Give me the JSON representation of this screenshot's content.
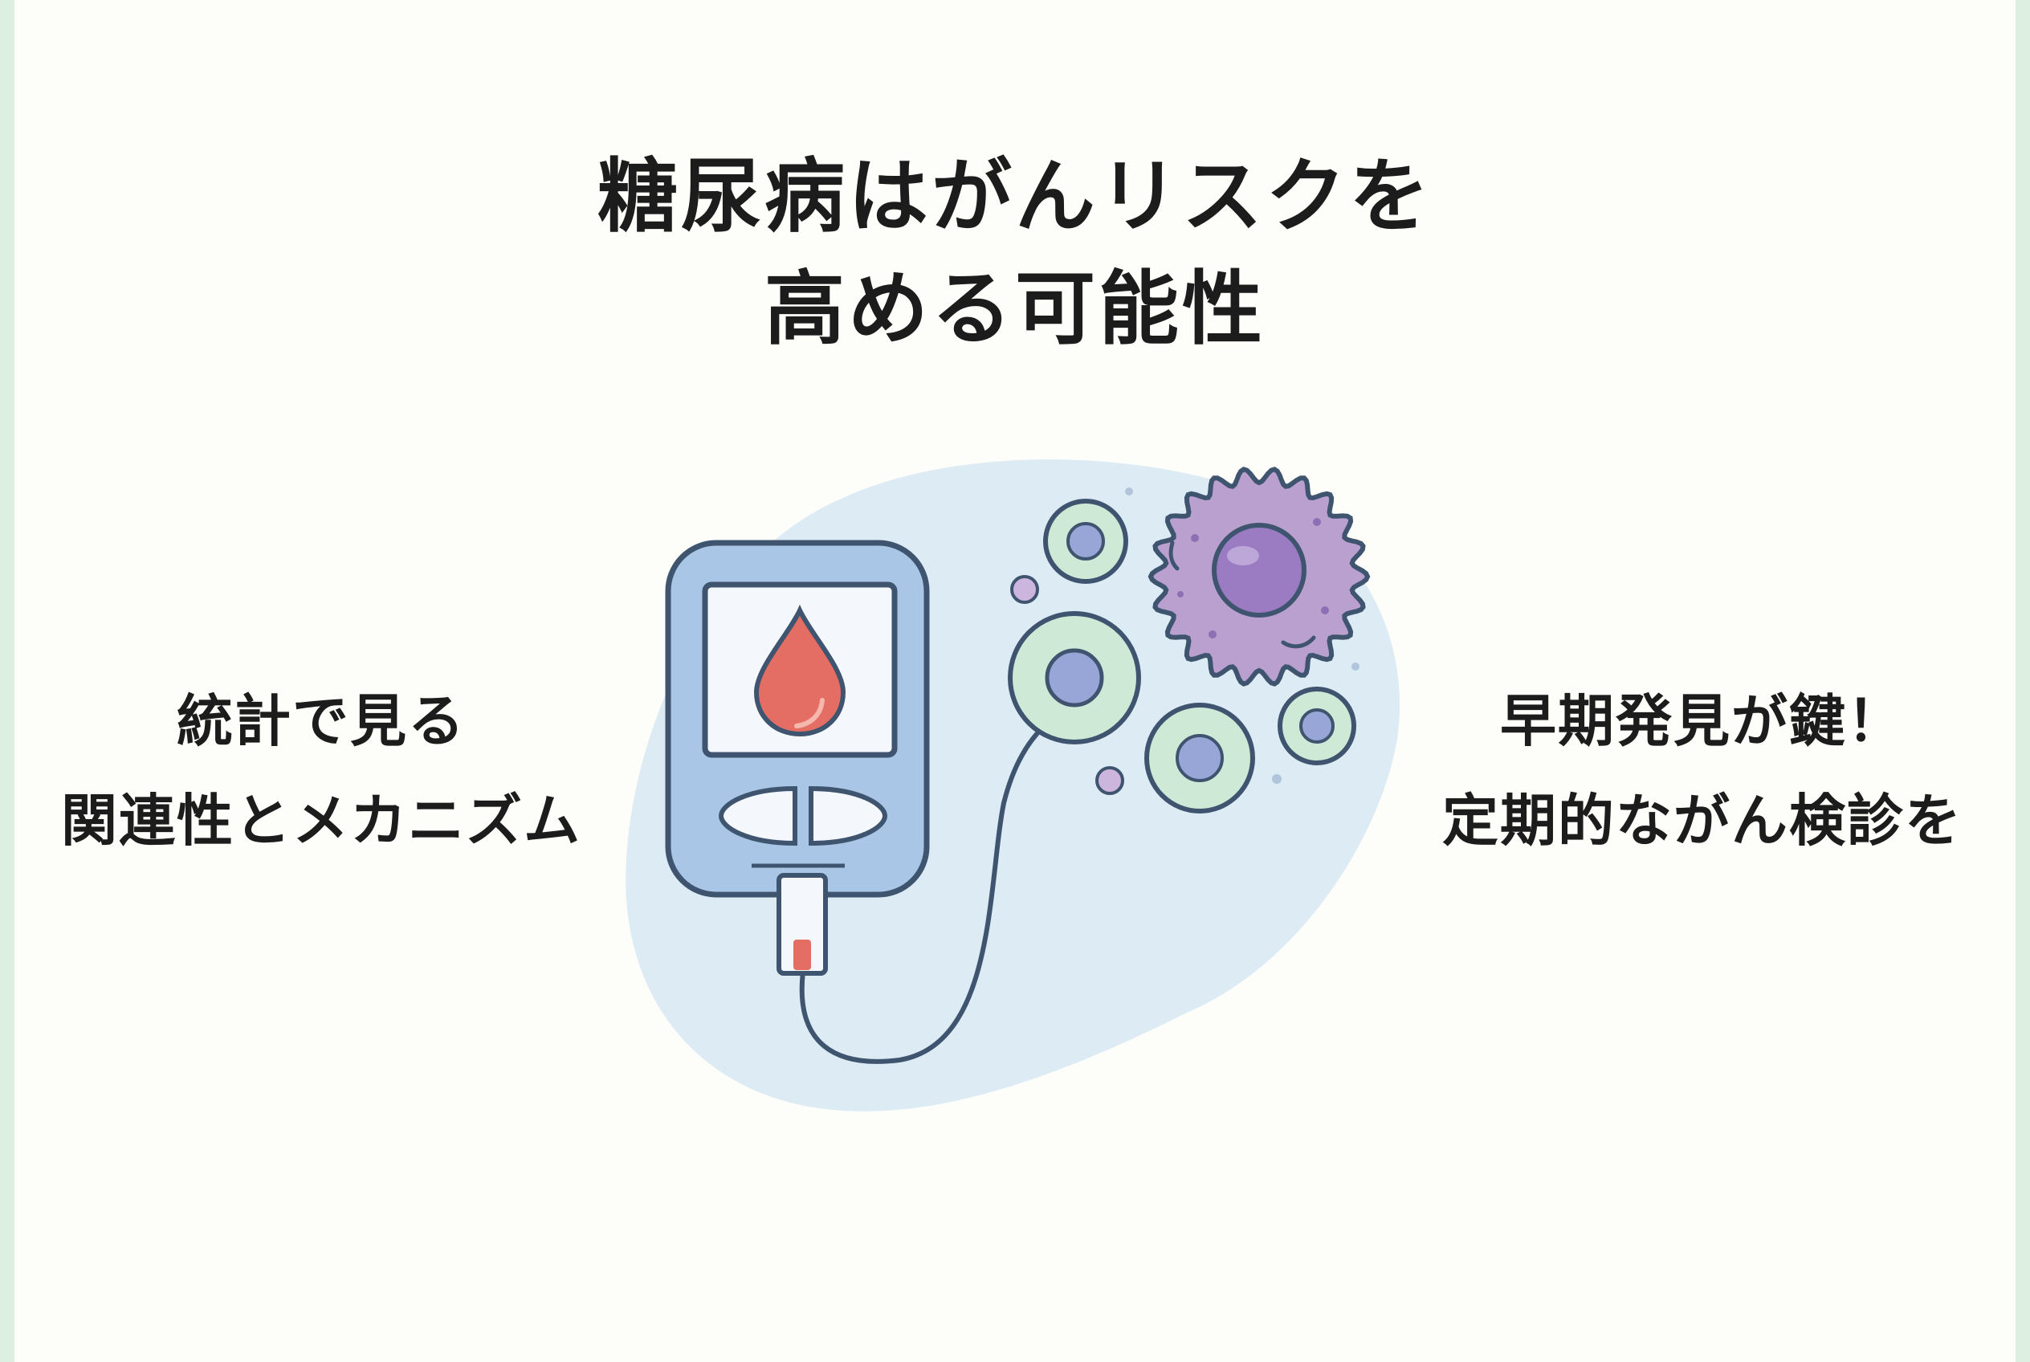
{
  "title": {
    "line1": "糖尿病はがんリスクを",
    "line2": "高める可能性"
  },
  "left_caption": {
    "line1": "統計で見る",
    "line2": "関連性とメカニズム"
  },
  "right_caption": {
    "line1": "早期発見が鍵！",
    "line2": "定期的ながん検診を"
  },
  "icons": [
    "glucose-meter-icon",
    "blood-drop-icon",
    "test-strip-icon",
    "cell-icon",
    "cancer-cell-icon"
  ],
  "colors": {
    "background": "#fdfdfa",
    "side_band": "#dcefe1",
    "blob": "#dcebf4",
    "meter_body": "#a9c6e6",
    "outline": "#3f556f",
    "blood": "#e46e64",
    "cell_green": "#cfe9d7",
    "cell_nucleus": "#97a6d6",
    "cancer_cell": "#b9a0cf"
  }
}
